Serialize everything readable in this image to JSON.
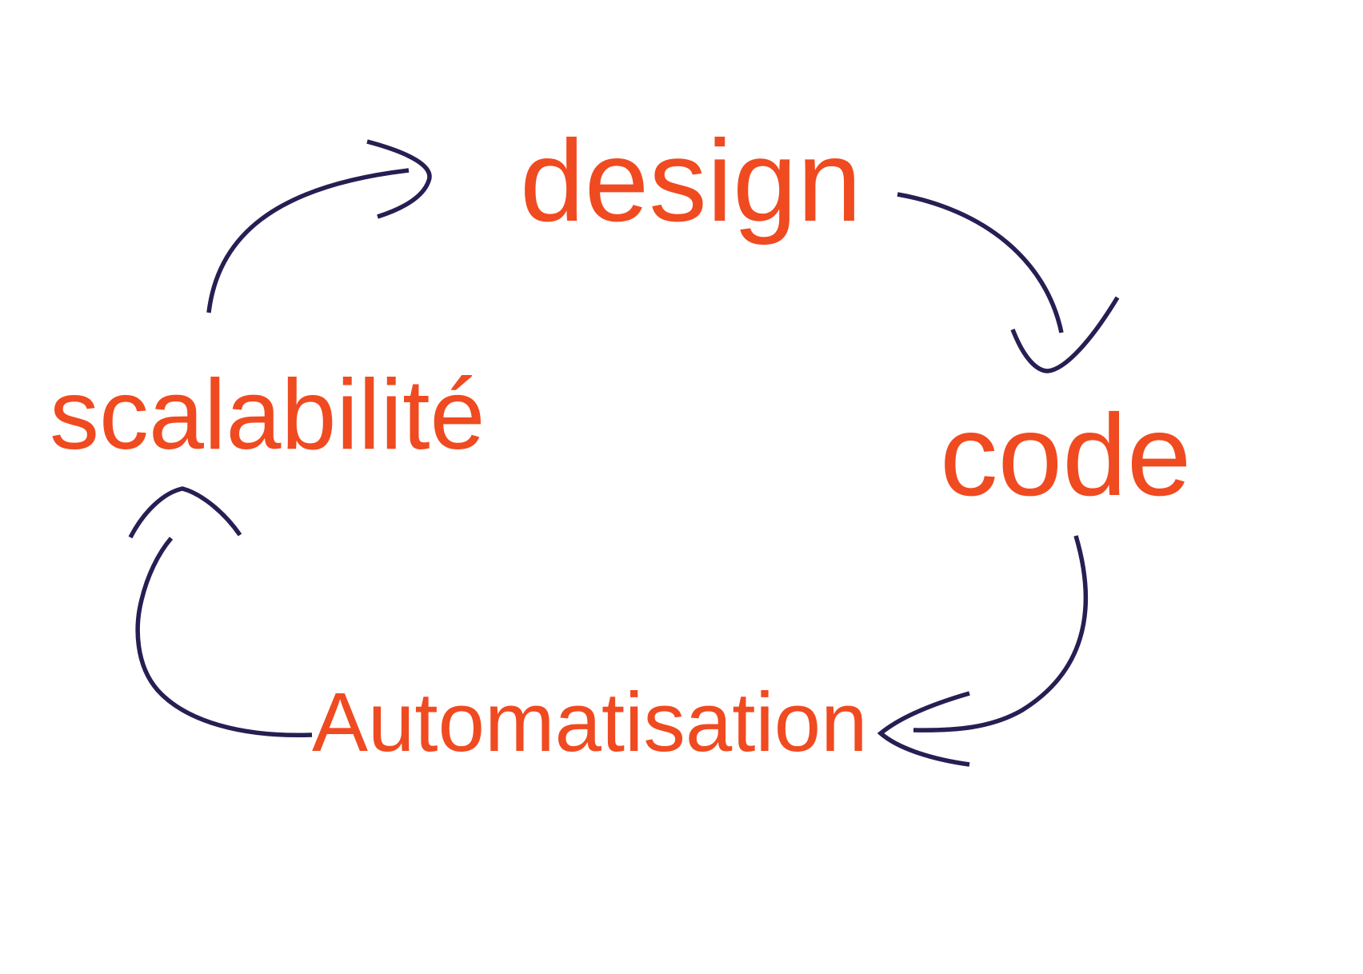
{
  "diagram": {
    "type": "cycle",
    "language": "fr",
    "sequence": [
      "design",
      "code",
      "Automatisation",
      "scalabilité"
    ]
  },
  "labels": {
    "design": "design",
    "code": "code",
    "automatisation": "Automatisation",
    "scalabilite": "scalabilité"
  },
  "arrows": {
    "scalabilite_to_design": "scalabilité → design",
    "design_to_code": "design → code",
    "code_to_automatisation": "code → Automatisation",
    "automatisation_to_scalabilite": "Automatisation → scalabilité"
  },
  "colors": {
    "label_text": "#F04A21",
    "arrow_stroke": "#251F53",
    "background": "#FFFFFF"
  }
}
